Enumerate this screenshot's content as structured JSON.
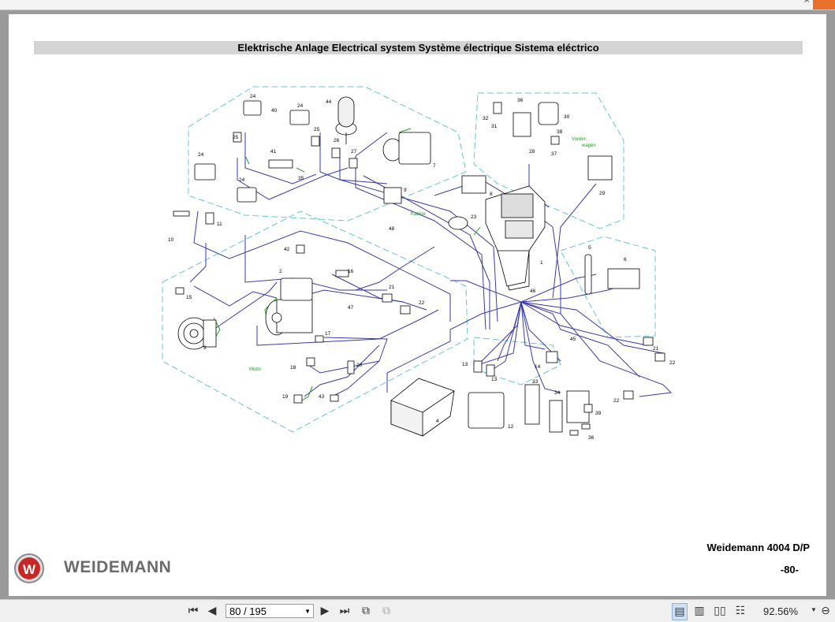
{
  "page": {
    "title": "Elektrische Anlage Electrical system Système électrique Sistema eléctrico",
    "model": "Weidemann 4004 D/P",
    "page_number": "-80-",
    "brand": "WEIDEMANN"
  },
  "diagram": {
    "zone_labels": [
      "Kabine",
      "Motor",
      "Vorder-",
      "wagen"
    ],
    "part_numbers": [
      "24",
      "40",
      "24",
      "44",
      "25",
      "25",
      "41",
      "26",
      "27",
      "35",
      "24",
      "24",
      "7",
      "9",
      "36",
      "32",
      "31",
      "30",
      "28",
      "38",
      "37",
      "29",
      "8",
      "23",
      "48",
      "10",
      "11",
      "42",
      "16",
      "2",
      "15",
      "21",
      "22",
      "47",
      "3",
      "17",
      "18",
      "20",
      "19",
      "43",
      "4",
      "13",
      "13",
      "12",
      "14",
      "45",
      "33",
      "34",
      "39",
      "36",
      "21",
      "22",
      "22",
      "5",
      "6",
      "1",
      "46"
    ]
  },
  "toolbar": {
    "page_field": "80 / 195",
    "zoom": "92.56%",
    "icons": [
      "first-page-icon",
      "previous-page-icon",
      "next-page-icon",
      "last-page-icon",
      "go-back-view-icon",
      "go-forward-view-icon",
      "single-page-view-icon",
      "continuous-view-icon",
      "facing-view-icon",
      "continuous-facing-view-icon",
      "zoom-out-icon"
    ]
  },
  "colors": {
    "wire": "#3a3aa8",
    "zone_border": "#66c4d4",
    "green": "#1aa11a",
    "logo_red": "#c62828",
    "header_bar": "#d4d4d4"
  }
}
